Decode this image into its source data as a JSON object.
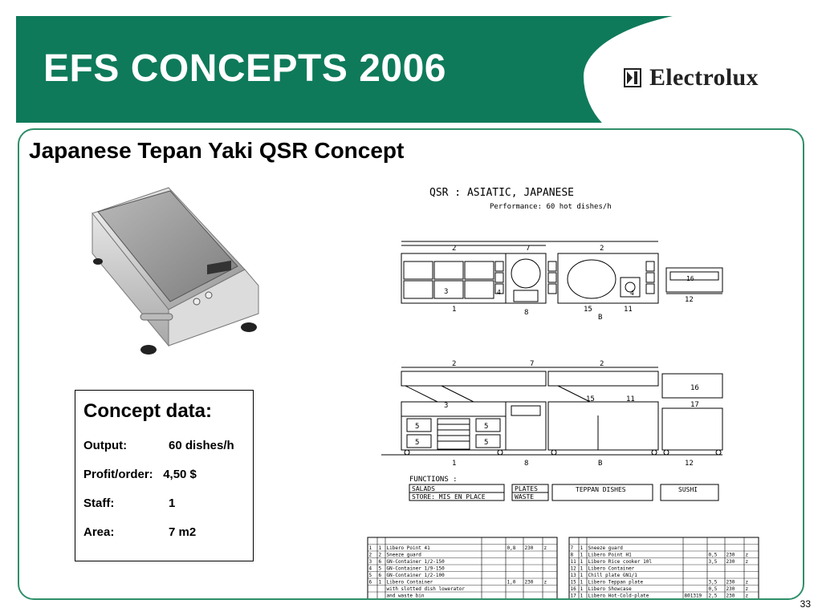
{
  "header": {
    "title": "EFS CONCEPTS 2006",
    "logo_text": "Electrolux",
    "logo_icon": "electrolux-mark-icon"
  },
  "slide": {
    "subtitle": "Japanese Tepan Yaki QSR Concept",
    "page_number": "33"
  },
  "concept": {
    "title": "Concept data:",
    "rows": [
      {
        "label": "Output:",
        "value": "60 dishes/h"
      },
      {
        "label": "Profit/order:",
        "value": "4,50 $"
      },
      {
        "label": "Staff:",
        "value": "1"
      },
      {
        "label": "Area:",
        "value": "7 m2"
      }
    ]
  },
  "drawing": {
    "title": "QSR :  ASIATIC, JAPANESE",
    "performance": "Performance: 60 hot dishes/h",
    "plan_top_labels": [
      "2",
      "7",
      "2"
    ],
    "plan_inner_labels": [
      "3",
      "4",
      "4",
      "16"
    ],
    "plan_bottom_labels": [
      "1",
      "8",
      "15",
      "11",
      "B",
      "12"
    ],
    "elev_top_labels": [
      "2",
      "7",
      "2"
    ],
    "elev_inner_labels": [
      "3",
      "15",
      "11",
      "16",
      "17",
      "5",
      "5",
      "5",
      "5"
    ],
    "elev_bottom_labels": [
      "1",
      "8",
      "B",
      "12"
    ],
    "functions_title": "FUNCTIONS :",
    "functions": [
      {
        "top": "SALADS",
        "bottom": "STORE: MIS EN PLACE"
      },
      {
        "top": "PLATES",
        "bottom": "WASTE"
      },
      {
        "top": "TEPPAN DISHES",
        "bottom": ""
      },
      {
        "top": "SUSHI",
        "bottom": ""
      }
    ],
    "table_left": [
      [
        "1",
        "1",
        "Libero Point 41",
        "",
        "0,8",
        "230",
        "z"
      ],
      [
        "2",
        "2",
        "Sneeze guard",
        "",
        "",
        "",
        ""
      ],
      [
        "3",
        "6",
        "GN-Container 1/2-150",
        "",
        "",
        "",
        ""
      ],
      [
        "4",
        "5",
        "GN-Container 1/9-150",
        "",
        "",
        "",
        ""
      ],
      [
        "5",
        "6",
        "GN-Container 1/2-100",
        "",
        "",
        "",
        ""
      ],
      [
        "6",
        "1",
        "Libero Container",
        "",
        "1,0",
        "230",
        "z"
      ],
      [
        "",
        "",
        "with slotted dish lowerator",
        "",
        "",
        "",
        ""
      ],
      [
        "",
        "",
        "and waste bin",
        "",
        "",
        "",
        ""
      ]
    ],
    "table_right": [
      [
        "7",
        "1",
        "Sneeze guard",
        "",
        "",
        "",
        ""
      ],
      [
        "8",
        "1",
        "Libero Point H1",
        "",
        "0,5",
        "230",
        "z"
      ],
      [
        "11",
        "1",
        "Libero Rice cooker 10l",
        "",
        "3,5",
        "230",
        "z"
      ],
      [
        "12",
        "1",
        "Libero Container",
        "",
        "",
        "",
        ""
      ],
      [
        "13",
        "1",
        "Chill plate GN1/1",
        "",
        "",
        "",
        ""
      ],
      [
        "15",
        "1",
        "Libero Teppan plate",
        "",
        "3,5",
        "230",
        "z"
      ],
      [
        "16",
        "1",
        "Libero Showcase",
        "",
        "0,5",
        "230",
        "z"
      ],
      [
        "17",
        "1",
        "Libero Hot-Cold-plate",
        "801319",
        "2,5",
        "230",
        "z"
      ]
    ]
  },
  "colors": {
    "brand_green": "#0e7a5a",
    "frame_green": "#2f8f6a"
  }
}
